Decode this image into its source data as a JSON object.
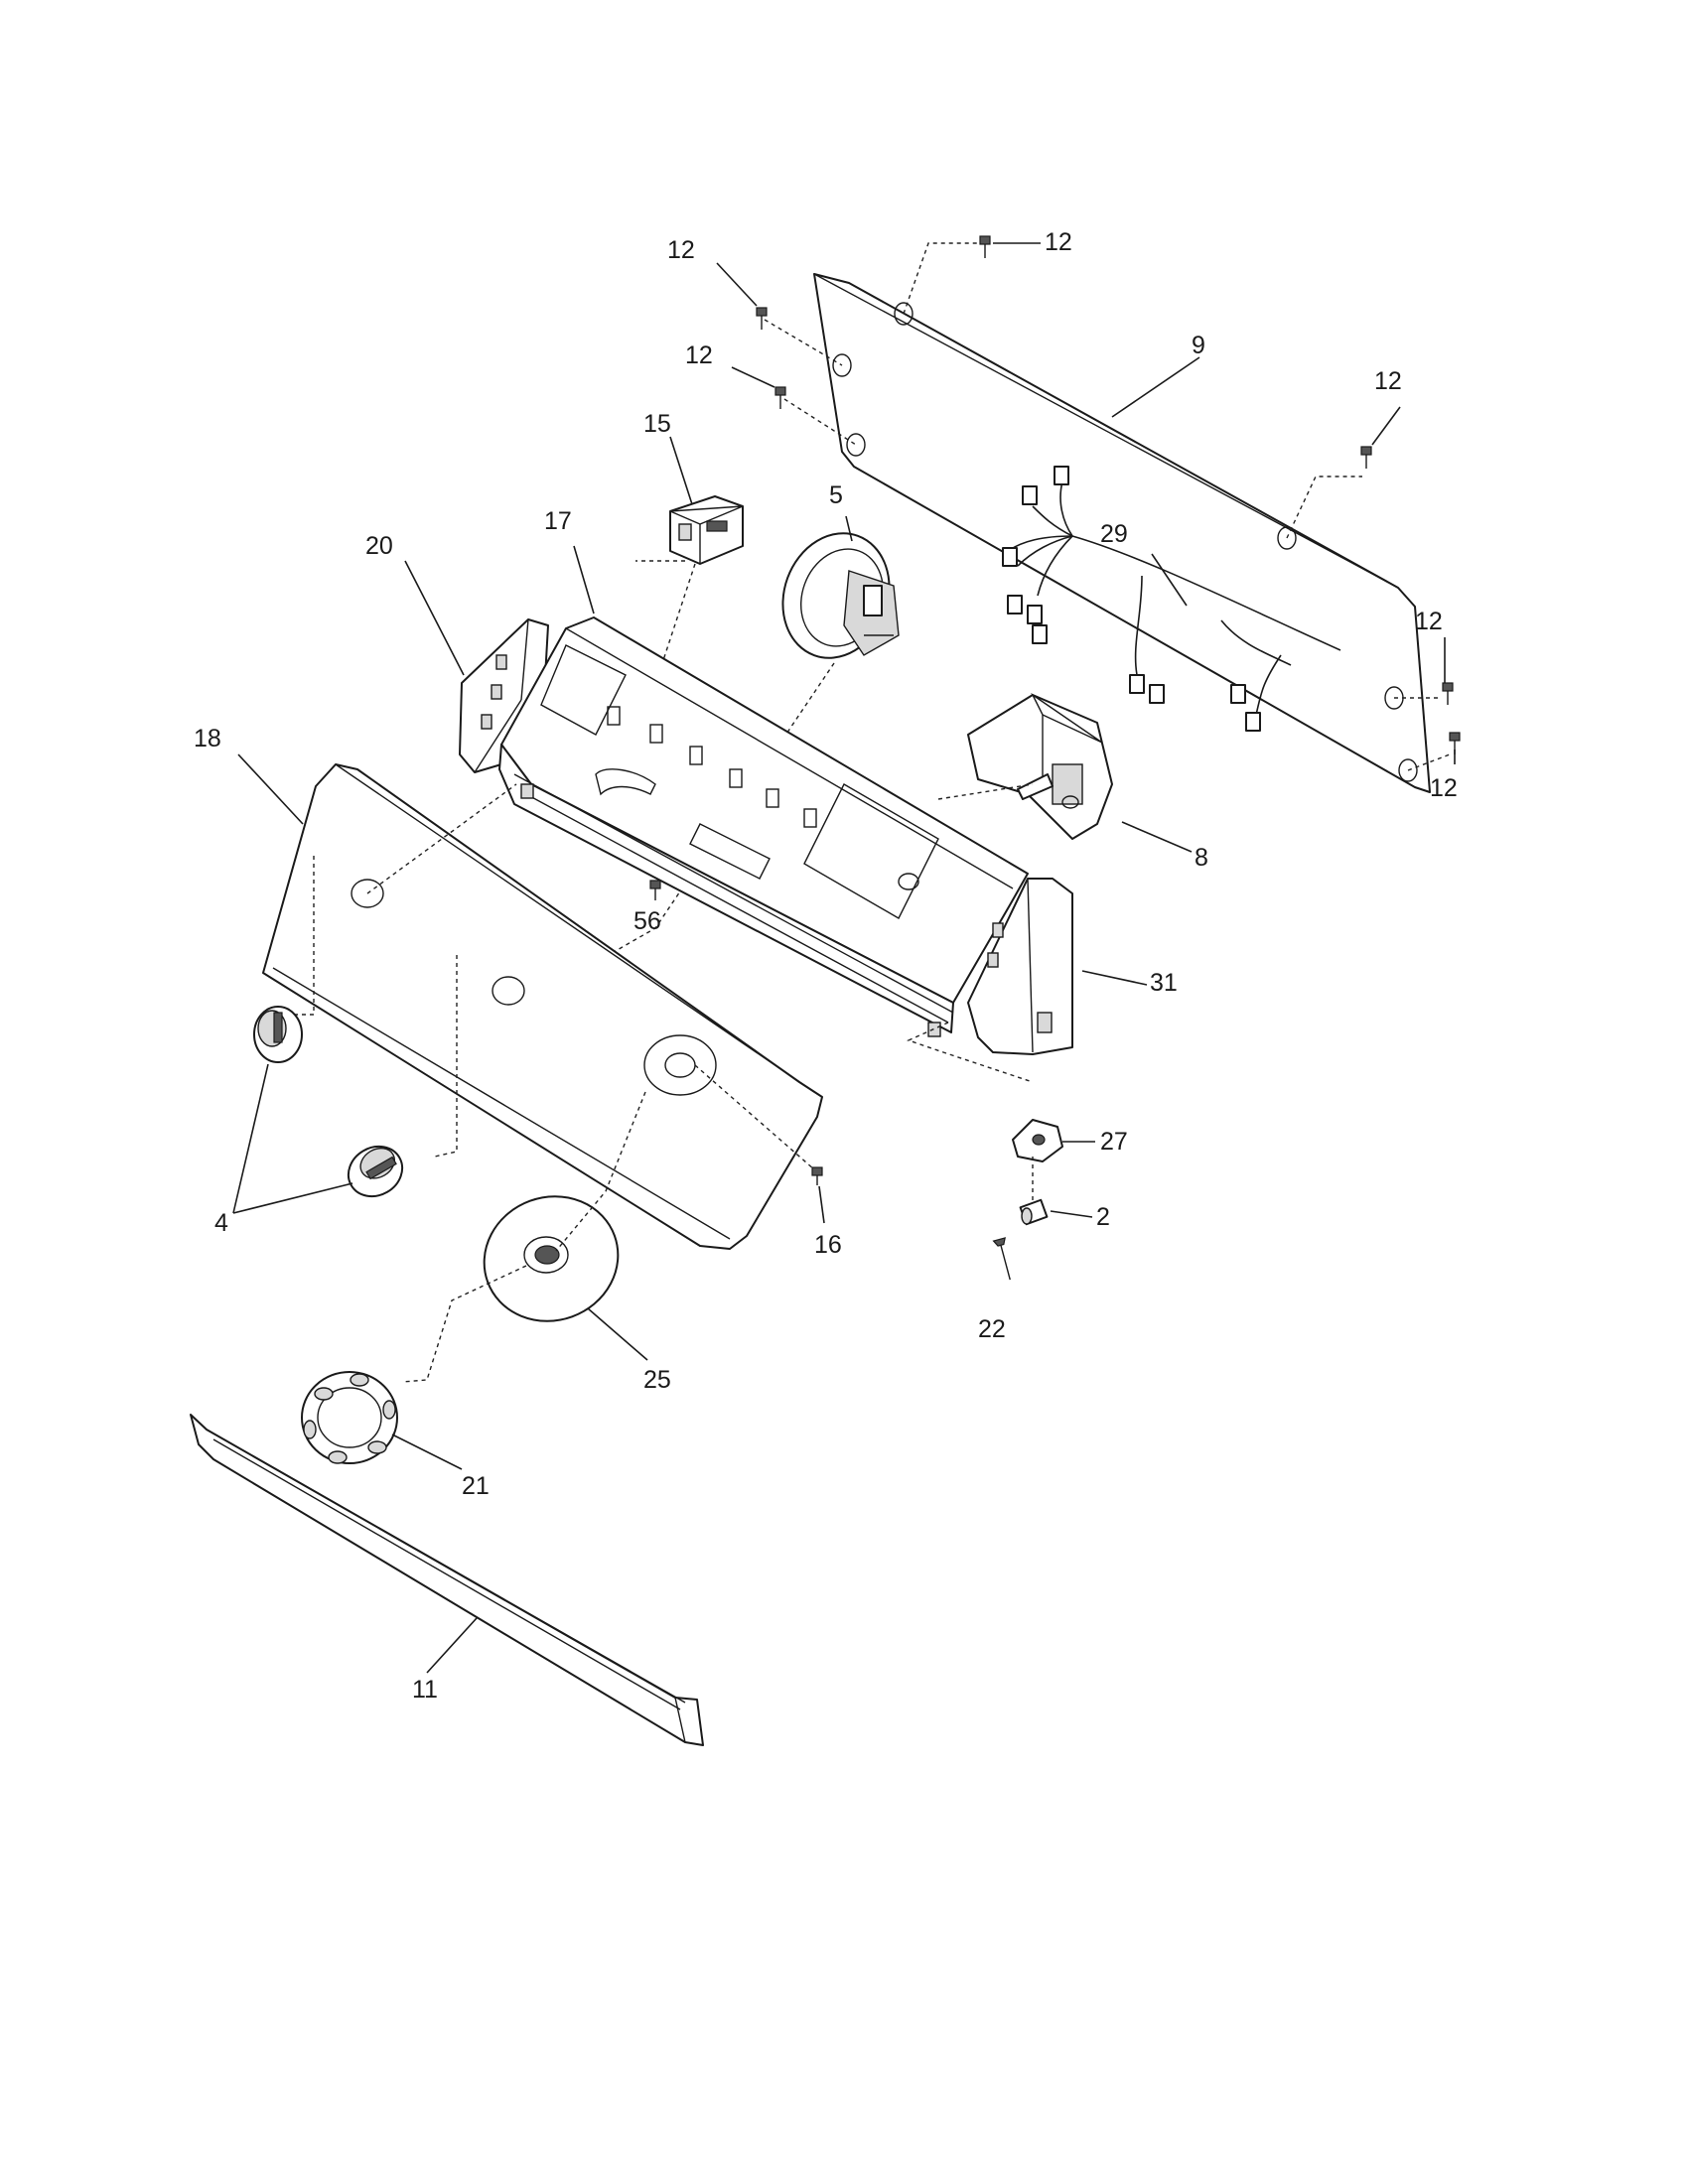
{
  "diagram": {
    "callouts": [
      "12",
      "12",
      "12",
      "9",
      "12",
      "29",
      "12",
      "12",
      "15",
      "5",
      "17",
      "20",
      "18",
      "56",
      "8",
      "31",
      "27",
      "2",
      "4",
      "16",
      "22",
      "25",
      "21",
      "11"
    ]
  }
}
